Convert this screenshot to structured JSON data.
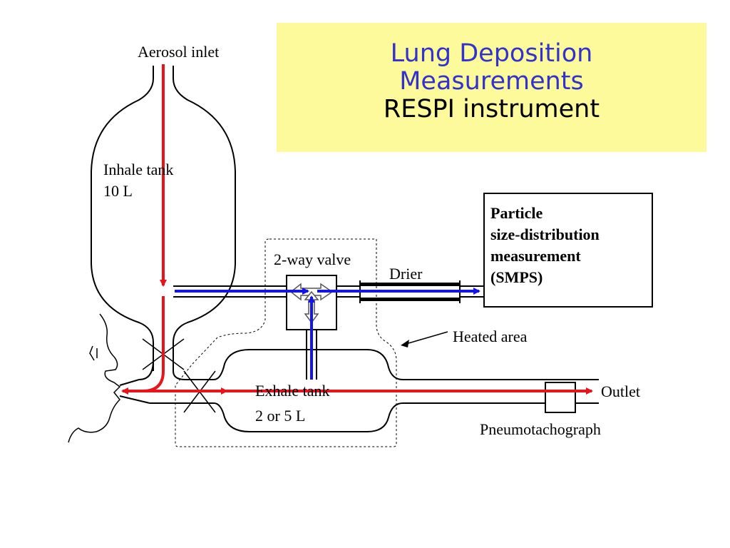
{
  "title": {
    "line1": "Lung Deposition",
    "line2": "Measurements",
    "line3": "RESPI instrument"
  },
  "labels": {
    "aerosol_inlet": "Aerosol inlet",
    "inhale_tank_1": "Inhale tank",
    "inhale_tank_2": "10 L",
    "two_way_valve": "2-way valve",
    "drier": "Drier",
    "heated_area": "Heated area",
    "exhale_tank_1": "Exhale tank",
    "exhale_tank_2": "2 or 5 L",
    "outlet": "Outlet",
    "pneumotachograph": "Pneumotachograph"
  },
  "smps": {
    "line1": "Particle",
    "line2": "size-distribution",
    "line3": "measurement",
    "line4": "(SMPS)"
  },
  "colors": {
    "title_bg": "#fcfa9a",
    "title_blue": "#3333cc",
    "aerosol_flow": "#e8141b",
    "sample_flow": "#1414e6"
  },
  "icons": [
    "face-profile-icon",
    "flow-arrow-icon",
    "valve-icon"
  ]
}
